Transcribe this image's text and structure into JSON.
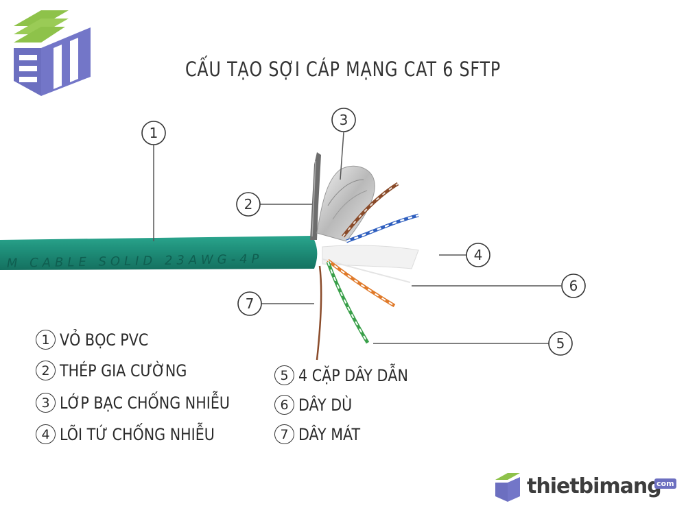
{
  "title": "CẤU TẠO SỢI CÁP MẠNG CAT 6 SFTP",
  "cable_print": "M CABLE SOLID 23AWG-4P",
  "callouts": [
    {
      "id": "1",
      "label": "VỎ BỌC PVC"
    },
    {
      "id": "2",
      "label": "THÉP GIA CƯỜNG"
    },
    {
      "id": "3",
      "label": "LỚP BẠC CHỐNG NHIỄU"
    },
    {
      "id": "4",
      "label": "LÕI TỨ CHỐNG NHIỄU"
    },
    {
      "id": "5",
      "label": "4 CẶP DÂY DẪN"
    },
    {
      "id": "6",
      "label": "DÂY DÙ"
    },
    {
      "id": "7",
      "label": "DÂY MÁT"
    }
  ],
  "brand": {
    "name": "thietbimang",
    "suffix": "com"
  },
  "colors": {
    "jacket": "#1e8d78",
    "logo_green": "#8ec24a",
    "logo_purple": "#6c6fc0",
    "text": "#333333"
  }
}
